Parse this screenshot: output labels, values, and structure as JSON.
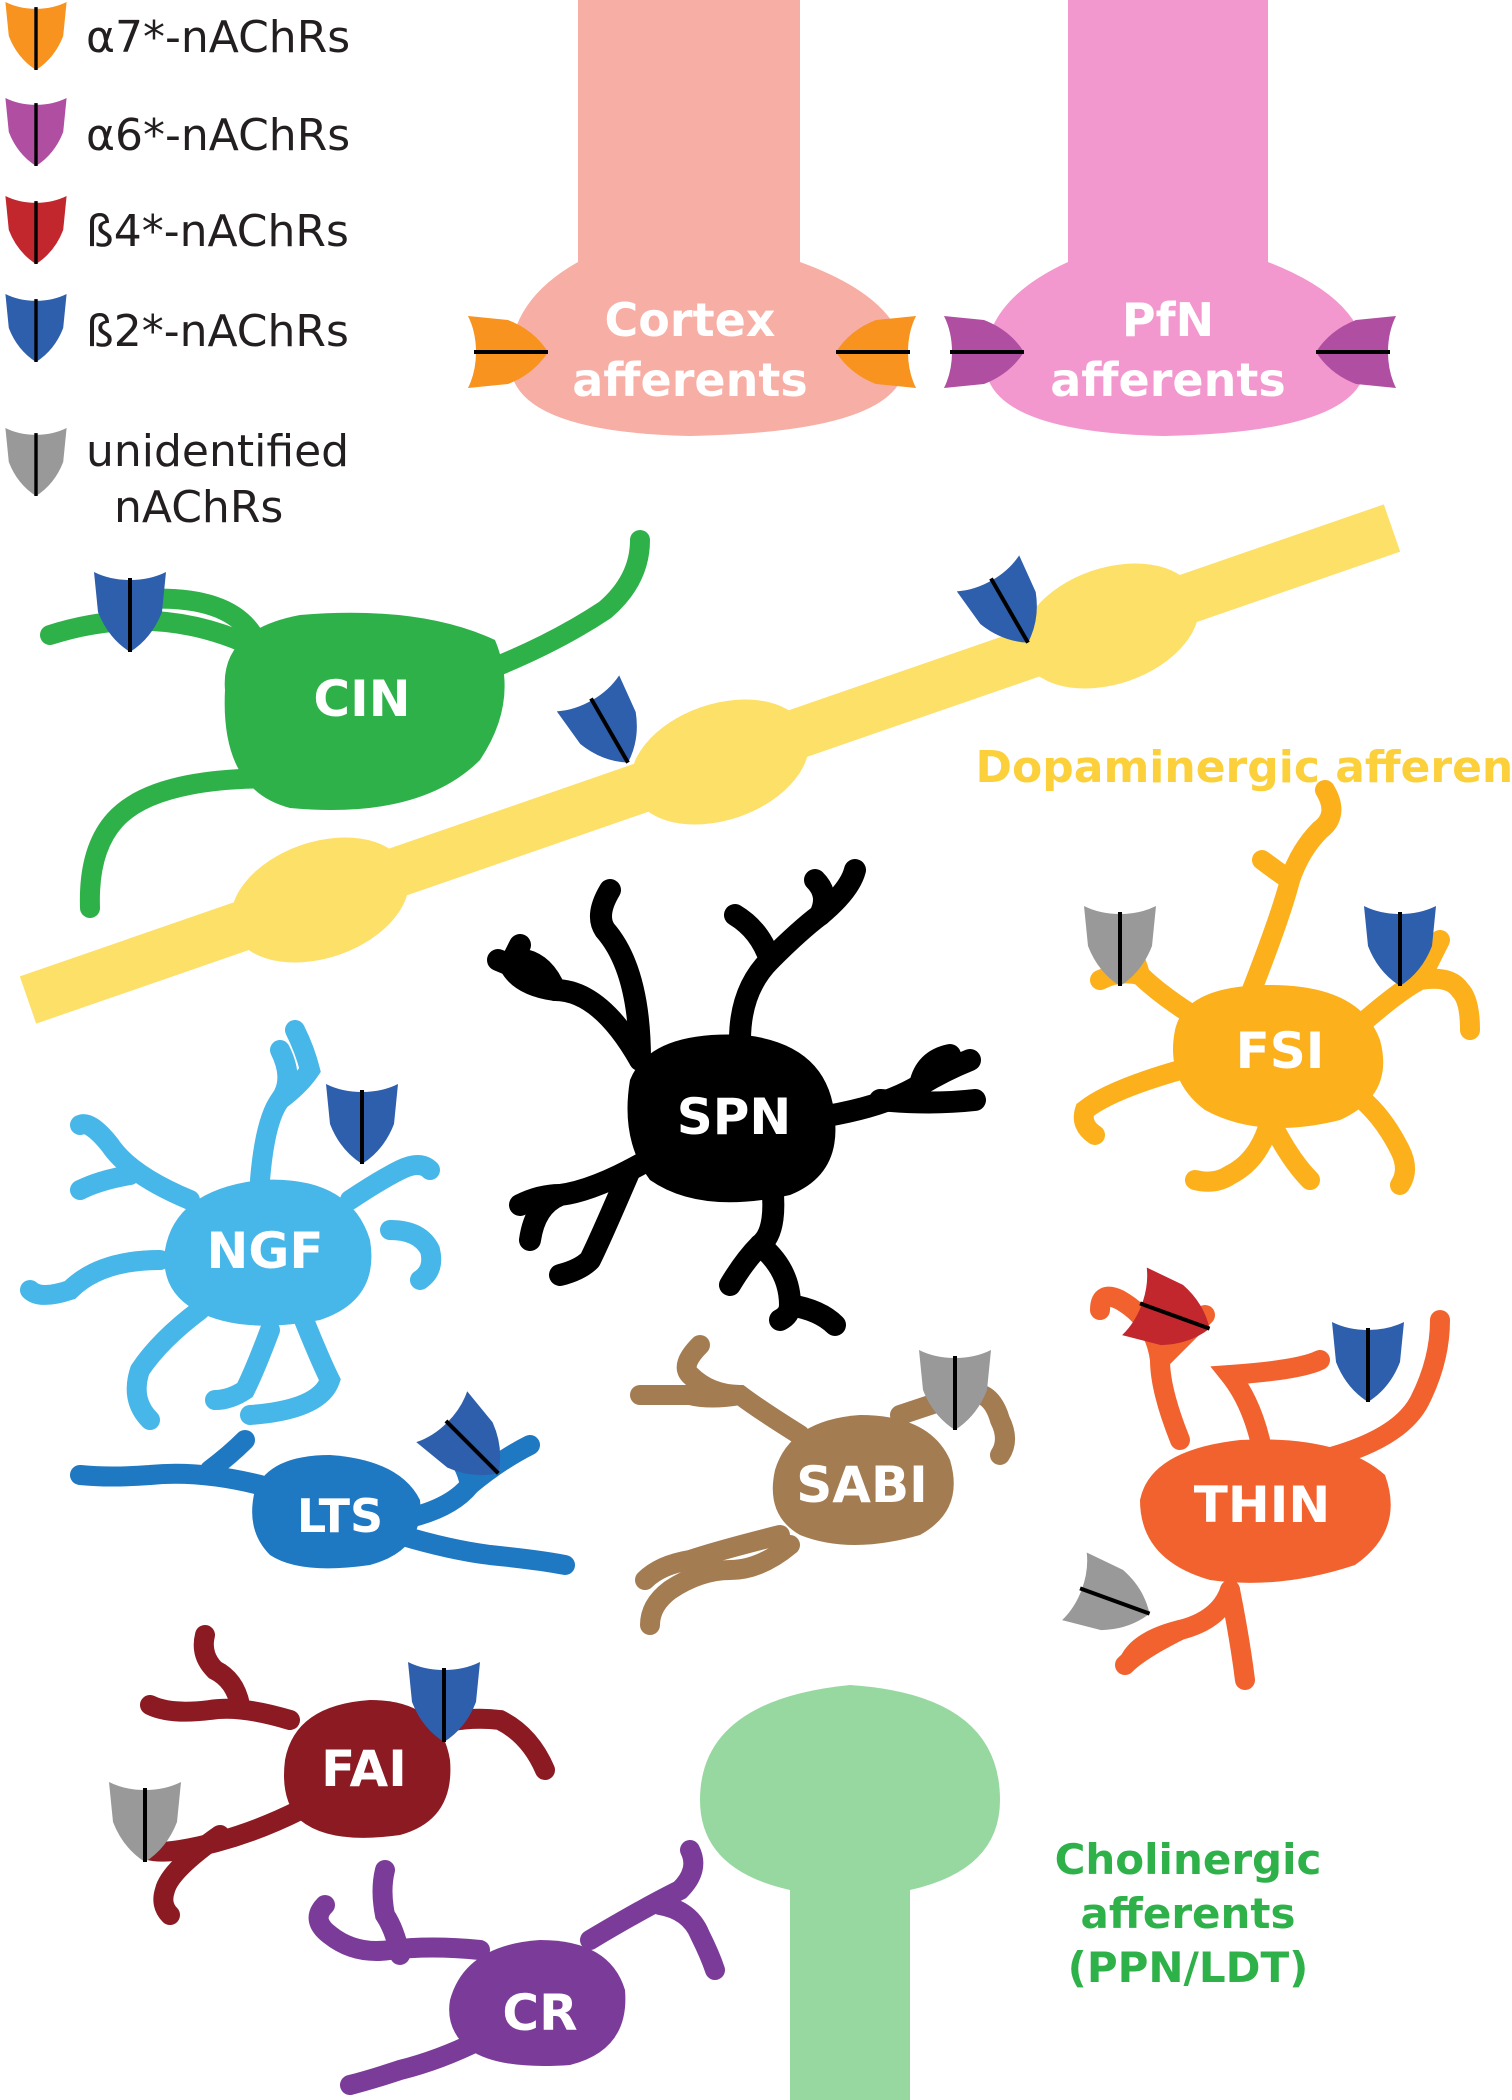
{
  "legend": {
    "items": [
      {
        "label": "α7*-nAChRs",
        "color": "#f7931e",
        "icon": "a7-receptor-icon"
      },
      {
        "label": "α6*-nAChRs",
        "color": "#b04fa2",
        "icon": "a6-receptor-icon"
      },
      {
        "label": "ß4*-nAChRs",
        "color": "#c1272d",
        "icon": "b4-receptor-icon"
      },
      {
        "label": "ß2*-nAChRs",
        "color": "#2e5fad",
        "icon": "b2-receptor-icon"
      },
      {
        "label": "unidentified",
        "label2": "nAChRs",
        "color": "#999999",
        "icon": "unidentified-receptor-icon"
      }
    ]
  },
  "afferents": {
    "cortex": {
      "line1": "Cortex",
      "line2": "afferents",
      "color": "#f7aea5"
    },
    "pfn": {
      "line1": "PfN",
      "line2": "afferents",
      "color": "#f397cf"
    },
    "dopaminergic": {
      "label": "Dopaminergic afferents",
      "color": "#fde068",
      "label_color": "#fbd03a"
    },
    "cholinergic": {
      "line1": "Cholinergic",
      "line2": "afferents",
      "line3": "(PPN/LDT)",
      "color": "#97d8a1",
      "label_color": "#2fb14a"
    }
  },
  "cells": {
    "cin": {
      "label": "CIN",
      "color": "#2fb14a"
    },
    "spn": {
      "label": "SPN",
      "color": "#000000"
    },
    "fsi": {
      "label": "FSI",
      "color": "#fbb01c"
    },
    "ngf": {
      "label": "NGF",
      "color": "#47b6e8"
    },
    "lts": {
      "label": "LTS",
      "color": "#1f78c2"
    },
    "sabi": {
      "label": "SABI",
      "color": "#a47c52"
    },
    "thin": {
      "label": "THIN",
      "color": "#f1622f"
    },
    "fai": {
      "label": "FAI",
      "color": "#8b1a22"
    },
    "cr": {
      "label": "CR",
      "color": "#7b3c99"
    }
  }
}
